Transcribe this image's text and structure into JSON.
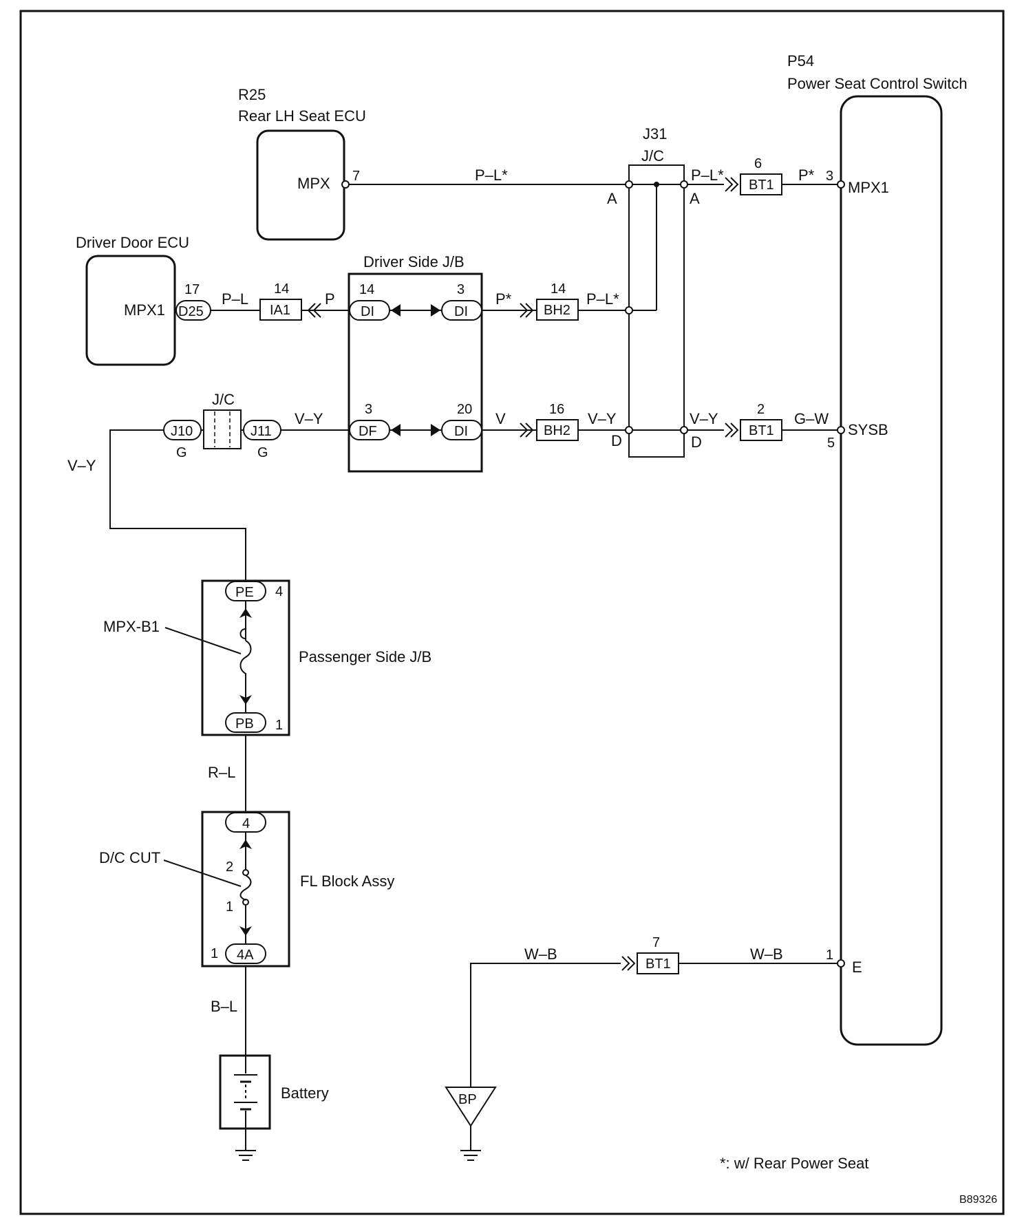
{
  "components": {
    "rear_seat_ecu": {
      "code": "R25",
      "name": "Rear LH Seat ECU",
      "terminal": "MPX",
      "pin": "7"
    },
    "power_seat_switch": {
      "code": "P54",
      "name": "Power Seat Control Switch",
      "terminals": [
        {
          "label": "MPX1",
          "pin": "3"
        },
        {
          "label": "SYSB",
          "pin": "5"
        },
        {
          "label": "E",
          "pin": "1"
        }
      ]
    },
    "driver_door_ecu": {
      "name": "Driver Door ECU",
      "terminal": "MPX1",
      "pin": "17",
      "connector": "D25"
    },
    "driver_side_jb": {
      "name": "Driver Side J/B",
      "connectors": [
        {
          "code": "DI",
          "pin": "14"
        },
        {
          "code": "DI",
          "pin": "3"
        },
        {
          "code": "DF",
          "pin": "3"
        },
        {
          "code": "DI",
          "pin": "20"
        }
      ]
    },
    "j31": {
      "code": "J31",
      "name": "J/C",
      "terminals": [
        "A",
        "A",
        "D",
        "D"
      ]
    },
    "jc_small": {
      "name": "J/C",
      "left": "J10",
      "right": "J11",
      "left_pin": "G",
      "right_pin": "G"
    },
    "passenger_side_jb": {
      "name": "Passenger Side J/B",
      "top": "PE",
      "top_pin": "4",
      "bottom": "PB",
      "bottom_pin": "1",
      "fuse": "MPX-B1"
    },
    "fl_block": {
      "name": "FL Block Assy",
      "top": "4",
      "bottom": "4A",
      "bottom_pin": "1",
      "fuse": "D/C CUT",
      "fuse_pin_top": "2",
      "fuse_pin_bottom": "1"
    },
    "battery": {
      "name": "Battery"
    },
    "ground": {
      "code": "BP"
    }
  },
  "connectors": [
    {
      "code": "BT1",
      "pin": "6"
    },
    {
      "code": "BT1",
      "pin": "2"
    },
    {
      "code": "BT1",
      "pin": "7"
    },
    {
      "code": "BH2",
      "pin": "14"
    },
    {
      "code": "BH2",
      "pin": "16"
    },
    {
      "code": "IA1",
      "pin": "14"
    }
  ],
  "wires": {
    "w1": "P–L*",
    "w2": "P–L*",
    "w3": "P*",
    "w4": "P–L",
    "w5": "P",
    "w6": "P*",
    "w7": "P–L*",
    "w8": "V–Y",
    "w9": "V",
    "w10": "V–Y",
    "w11": "V–Y",
    "w12": "G–W",
    "w13": "V–Y",
    "w14": "R–L",
    "w15": "B–L",
    "w16": "W–B",
    "w17": "W–B"
  },
  "footnote": "*: w/ Rear Power Seat",
  "figure_id": "B89326"
}
